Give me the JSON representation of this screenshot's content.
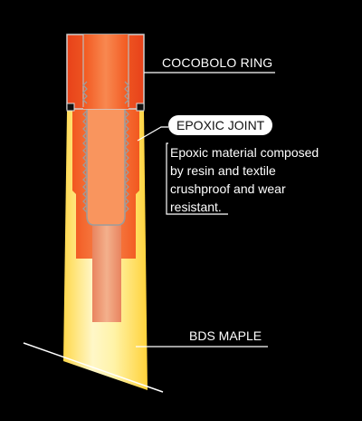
{
  "labels": {
    "cocobolo_ring": "COCOBOLO RING",
    "epoxic_joint": "EPOXIC JOINT",
    "description_lines": [
      "Epoxic material composed",
      "by resin and textile",
      "crushproof and wear",
      "resistant."
    ],
    "bds_maple": "BDS MAPLE"
  },
  "colors": {
    "background": "#000000",
    "ring_orange": "#f04a1a",
    "joint_orange": "#f26a33",
    "maple_light": "#fff6b0",
    "maple_edge": "#ffe05a",
    "ring_gray": "#bdbdbd",
    "leader_white": "#ffffff"
  }
}
